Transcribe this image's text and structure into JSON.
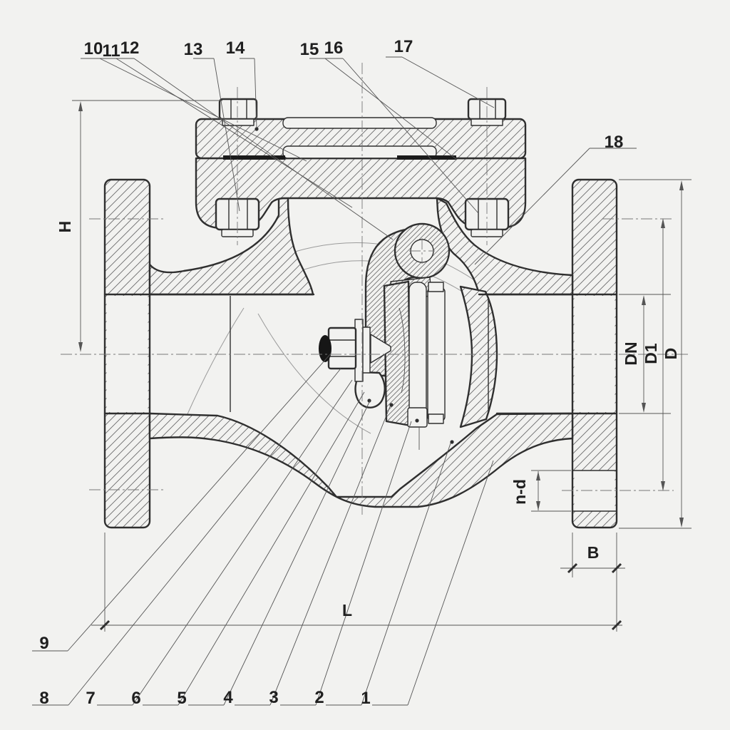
{
  "figure": {
    "type": "technical-drawing",
    "subject": "swing-check-valve-section",
    "part_labels": {
      "p1": "1",
      "p2": "2",
      "p3": "3",
      "p4": "4",
      "p5": "5",
      "p6": "6",
      "p7": "7",
      "p8": "8",
      "p9": "9",
      "p10": "10",
      "p11": "11",
      "p12": "12",
      "p13": "13",
      "p14": "14",
      "p15": "15",
      "p16": "16",
      "p17": "17",
      "p18": "18"
    },
    "dimension_labels": {
      "height": "H",
      "bore": "DN",
      "bolt_circle": "D1",
      "flange_od": "D",
      "bolt_holes": "n-d",
      "flange_thickness": "B",
      "face_to_face": "L"
    },
    "colors": {
      "background": "#f2f2f0",
      "line": "#2f2f2f",
      "thin": "#555555",
      "hatch": "#6a6a6a",
      "text": "#1f1f1f"
    }
  }
}
